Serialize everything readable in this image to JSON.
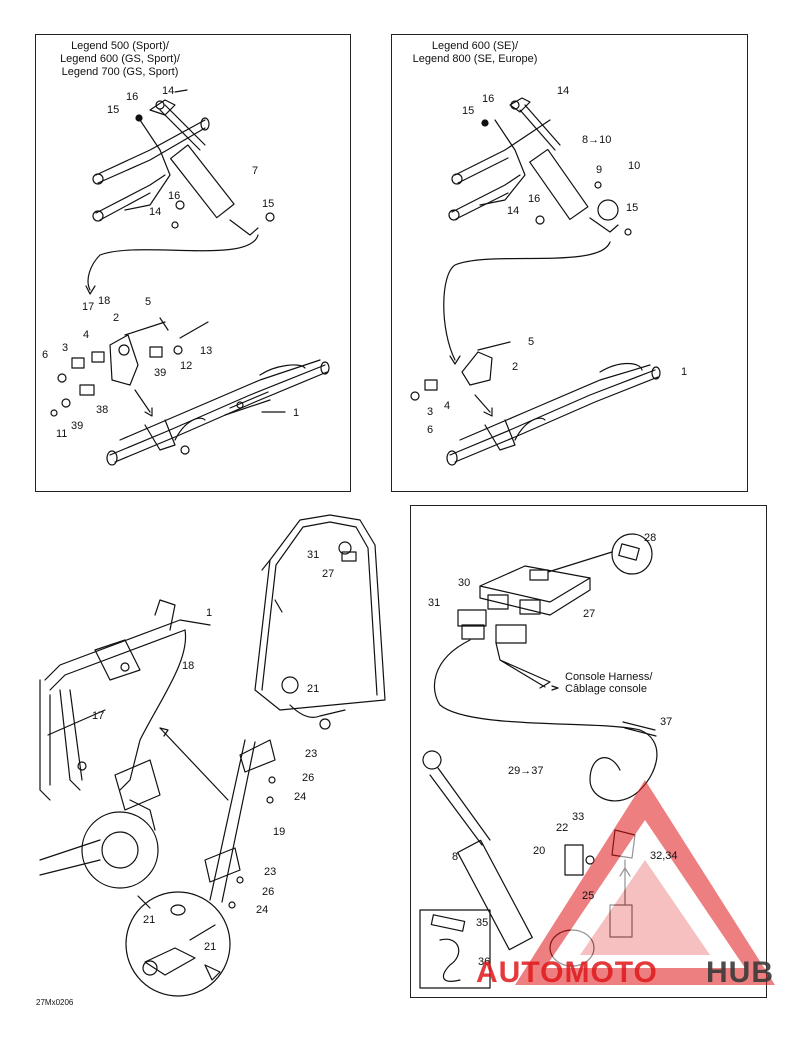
{
  "panel_top_left": {
    "title_lines": [
      "Legend 500 (Sport)/",
      "Legend 600 (GS, Sport)/",
      "Legend 700 (GS, Sport)"
    ],
    "callouts": {
      "c16": "16",
      "c14a": "14",
      "c15a": "15",
      "c7": "7",
      "c16b": "16",
      "c14b": "14",
      "c15b": "15",
      "c17": "17",
      "c18": "18",
      "c5": "5",
      "c2": "2",
      "c4": "4",
      "c3": "3",
      "c6": "6",
      "c13": "13",
      "c12": "12",
      "c39a": "39",
      "c38": "38",
      "c11": "11",
      "c39b": "39",
      "c1": "1"
    }
  },
  "panel_top_right": {
    "title_lines": [
      "Legend 600 (SE)/",
      "Legend 800 (SE, Europe)"
    ],
    "callouts": {
      "c16": "16",
      "c14a": "14",
      "c15a": "15",
      "c8_10": "8→10",
      "c9": "9",
      "c10": "10",
      "c16b": "16",
      "c14b": "14",
      "c15b": "15",
      "c5": "5",
      "c2": "2",
      "c4": "4",
      "c3": "3",
      "c6": "6",
      "c1": "1"
    }
  },
  "panel_bottom_left": {
    "callouts": {
      "c31": "31",
      "c27": "27",
      "c1": "1",
      "c18": "18",
      "c17": "17",
      "c21a": "21",
      "c23a": "23",
      "c26a": "26",
      "c24a": "24",
      "c19": "19",
      "c23b": "23",
      "c26b": "26",
      "c24b": "24",
      "c21b": "21",
      "c21c": "21"
    }
  },
  "panel_bottom_right": {
    "callouts": {
      "c28": "28",
      "c30": "30",
      "c31": "31",
      "c27": "27",
      "c37": "37",
      "c29_37": "29→37",
      "c22": "22",
      "c33": "33",
      "c20": "20",
      "c32_34": "32,34",
      "c25": "25",
      "c8": "8",
      "c35": "35",
      "c36": "36"
    },
    "harness_label_lines": [
      "Console Harness/",
      "Câblage console"
    ]
  },
  "figure_code": "27Mx0206",
  "watermark": {
    "part_a": "AUTOMOTO",
    "part_b": "HUB",
    "color_a": "#e0181b",
    "color_b": "#3a3a3a"
  }
}
